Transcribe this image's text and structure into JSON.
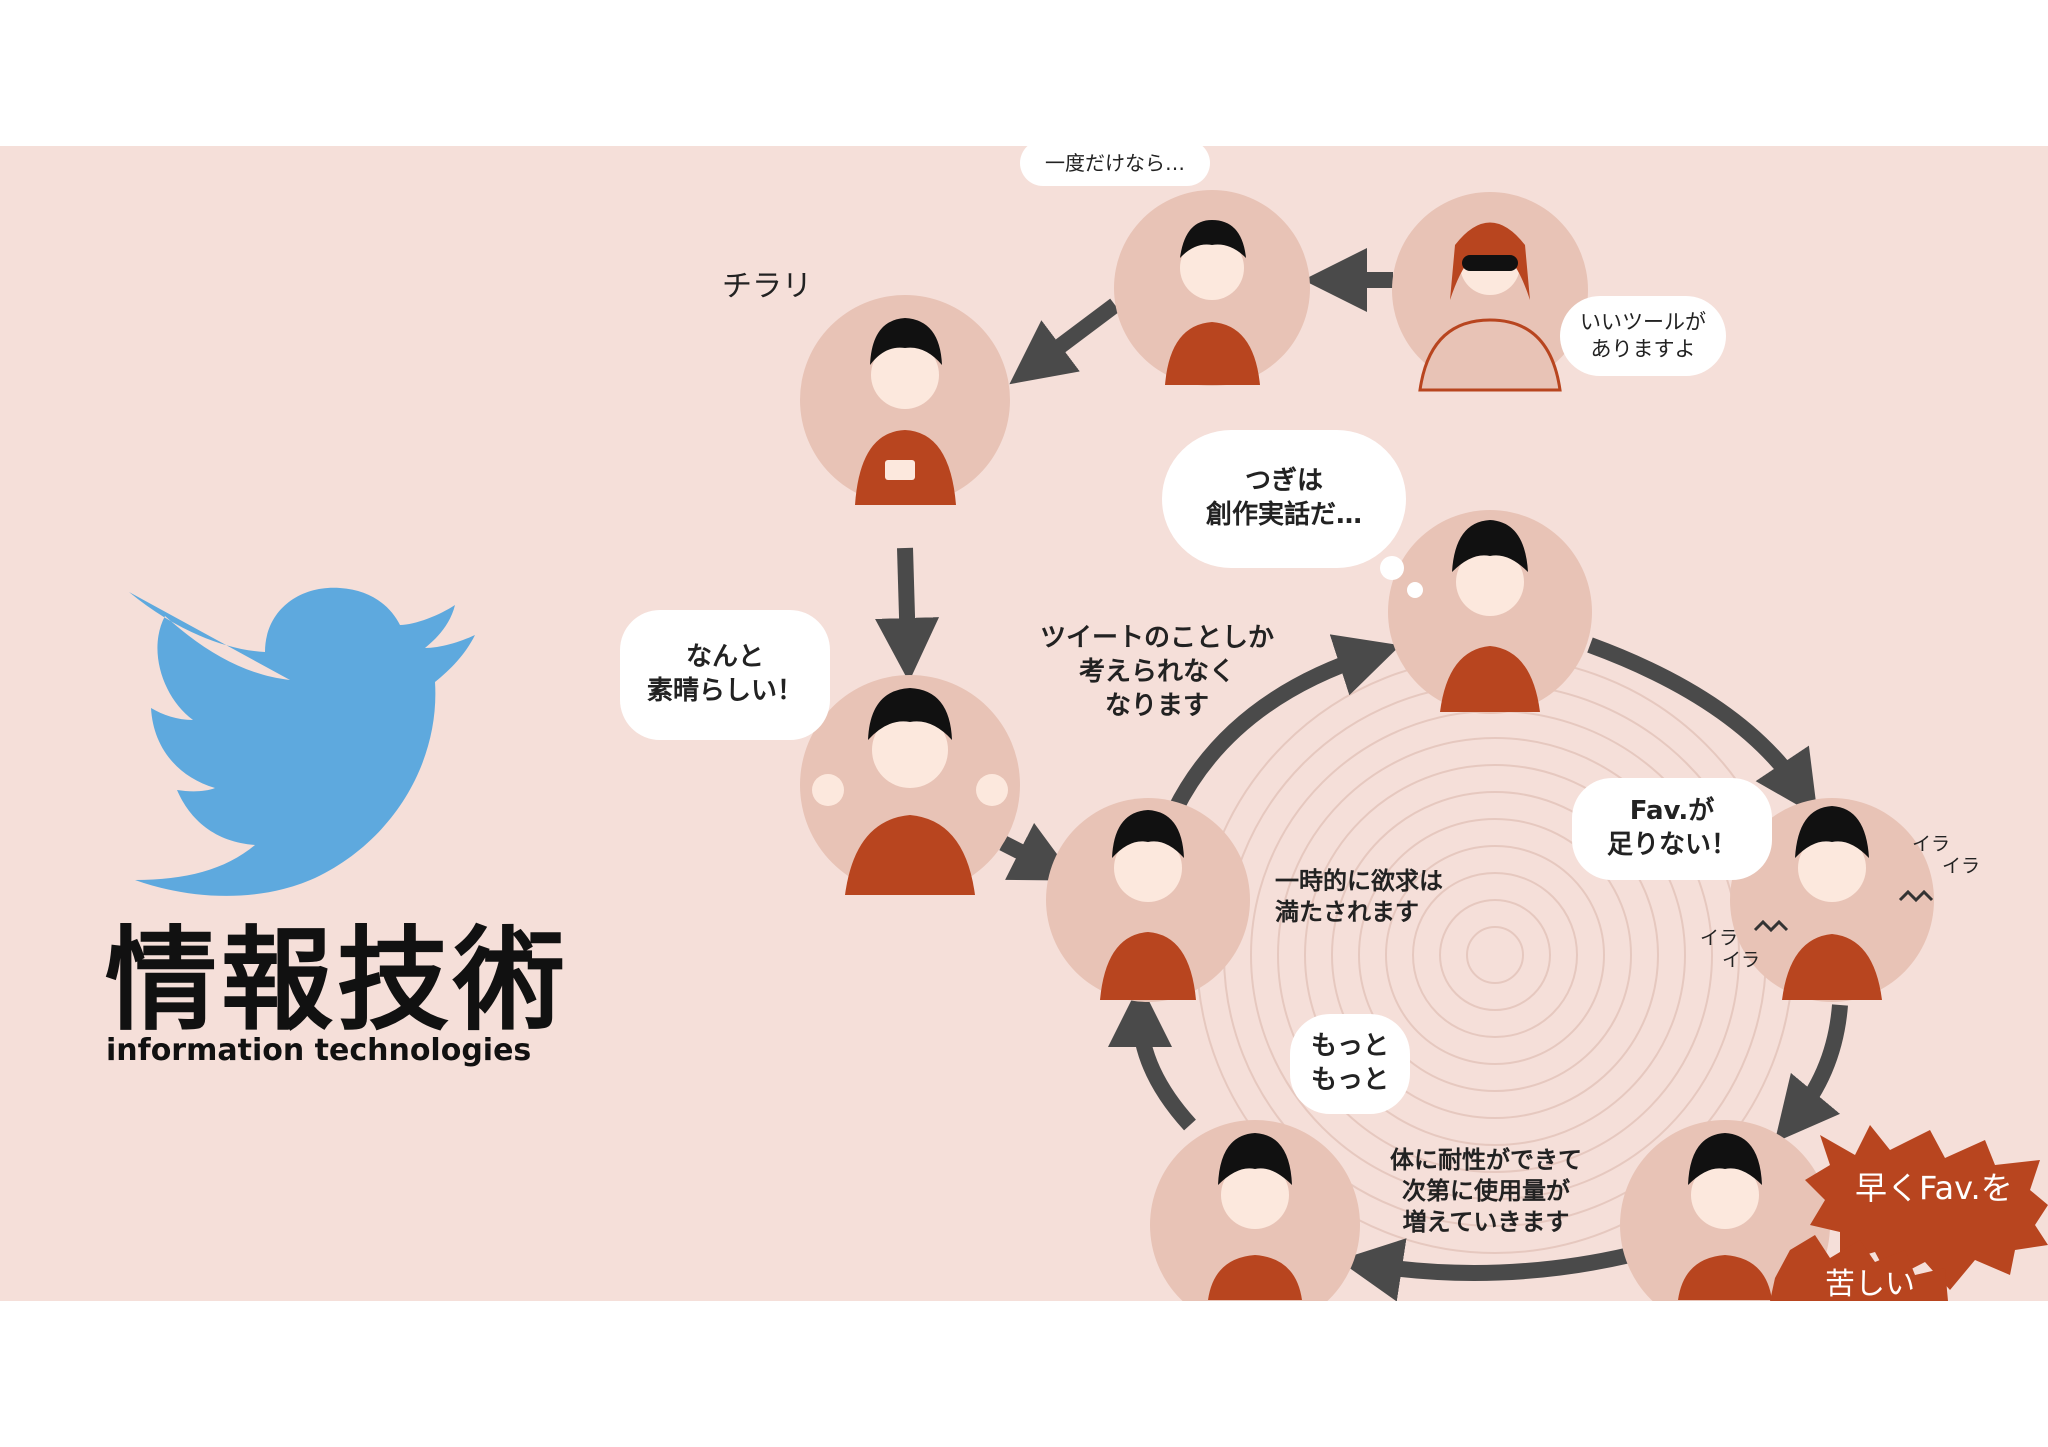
{
  "brand": {
    "title": "情報技術",
    "subtitle": "information technologies",
    "bird_color": "#5ea9de"
  },
  "diagram": {
    "colors": {
      "background": "#f5dfd9",
      "circle": "#e8c3b6",
      "shirt": "#b8451f",
      "arrow": "#4a4a4a",
      "spiky": "#b8451f"
    },
    "labels": {
      "once": "一度だけなら…",
      "glance": "チラリ",
      "good_tool_1": "いいツールが",
      "good_tool_2": "ありますよ",
      "amazing_1": "なんと",
      "amazing_2": "素晴らしい！",
      "next_1": "つぎは",
      "next_2": "創作実話だ…",
      "only_tweets_1": "ツイートのことしか",
      "only_tweets_2": "考えられなく",
      "only_tweets_3": "なります",
      "fav_1": "Fav.が",
      "fav_2": "足りない！",
      "ira_1": "イラ",
      "ira_2": "イラ",
      "ira_3": "イラ",
      "ira_4": "イラ",
      "satisfied_1": "一時的に欲求は",
      "satisfied_2": "満たされます",
      "more_1": "もっと",
      "more_2": "もっと",
      "tolerance_1": "体に耐性ができて",
      "tolerance_2": "次第に使用量が",
      "tolerance_3": "増えていきます",
      "hurry_fav": "早くFav.を",
      "painful": "苦しい"
    }
  }
}
